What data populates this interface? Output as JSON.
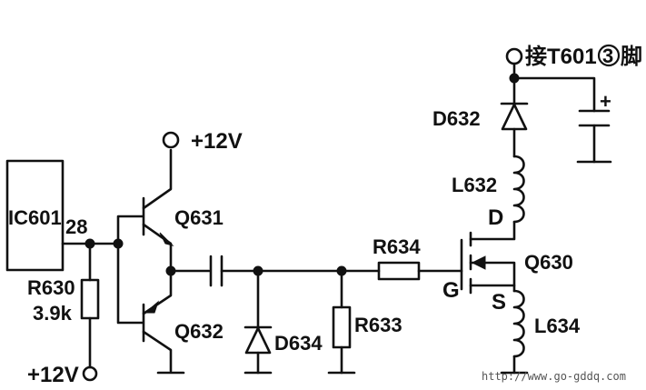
{
  "labels": {
    "ic601": "IC601",
    "pin28": "28",
    "r630": "R630",
    "r630_value": "3.9k",
    "vcc_top": "+12V",
    "vcc_bottom": "+12V",
    "q631": "Q631",
    "q632": "Q632",
    "d634": "D634",
    "r633": "R633",
    "r634": "R634",
    "q630": "Q630",
    "gate": "G",
    "drain": "D",
    "source": "S",
    "l632": "L632",
    "l634": "L634",
    "d632": "D632",
    "t601_note": "接T601",
    "t601_pin": "3",
    "t601_suffix": "脚",
    "cap_plus": "+",
    "watermark": "http://www.go-gddq.com"
  }
}
